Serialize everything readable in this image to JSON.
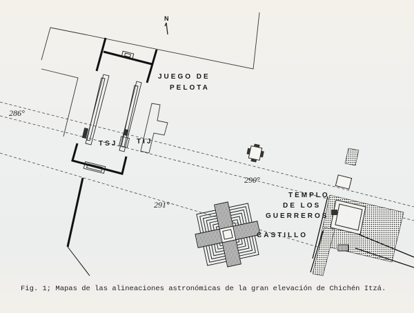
{
  "map": {
    "north": "N",
    "labels": {
      "juego_1": "JUEGO DE",
      "juego_2": "PELOTA",
      "tsj": "TSJ",
      "tij": "TIJ",
      "templo_1": "TEMPLO",
      "templo_2": "DE LOS",
      "templo_3": "GUERREROS",
      "castillo": "CASTILLO"
    },
    "alignments": [
      "286°",
      "290°",
      "291°"
    ]
  },
  "caption": "Fig. 1; Mapas de las alineaciones astronómicas de la gran elevación de Chichén Itzá."
}
